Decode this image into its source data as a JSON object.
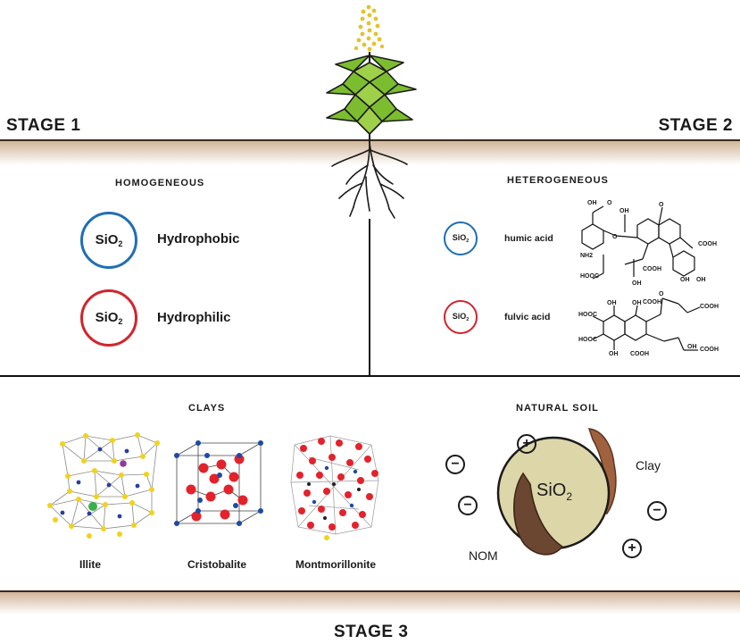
{
  "stages": {
    "stage1": "STAGE 1",
    "stage2": "STAGE 2",
    "stage3": "STAGE 3"
  },
  "homogeneous": {
    "heading": "HOMOGENEOUS",
    "items": [
      {
        "formula": "SiO",
        "sub": "2",
        "label": "Hydrophobic",
        "color": "#1f6fb2"
      },
      {
        "formula": "SiO",
        "sub": "2",
        "label": "Hydrophilic",
        "color": "#d0262d"
      }
    ]
  },
  "heterogeneous": {
    "heading": "HETEROGENEOUS",
    "items": [
      {
        "formula": "SiO",
        "sub": "2",
        "label": "humic acid",
        "color": "#1f6fb2"
      },
      {
        "formula": "SiO",
        "sub": "2",
        "label": "fulvic acid",
        "color": "#d0262d"
      }
    ],
    "humic_groups": [
      "OH",
      "O",
      "OH",
      "O",
      "O",
      "NH2",
      "OH",
      "HOOC",
      "COOH",
      "COOH",
      "OH",
      "OH"
    ],
    "fulvic_groups": [
      "OH",
      "OH",
      "COOH",
      "HOOC",
      "HOOC",
      "OH",
      "O",
      "COOH",
      "OH",
      "COOH",
      "COOH"
    ]
  },
  "clays": {
    "heading": "CLAYS",
    "items": [
      {
        "label": "Illite"
      },
      {
        "label": "Cristobalite"
      },
      {
        "label": "Montmorillonite"
      }
    ]
  },
  "natural_soil": {
    "heading": "NATURAL SOIL",
    "core_formula": "SiO",
    "core_sub": "2",
    "clay_label": "Clay",
    "nom_label": "NOM",
    "charges": [
      "+",
      "−",
      "−",
      "−",
      "+"
    ]
  },
  "colors": {
    "soil_band": "#d9c3ad",
    "soil_line": "#3a2a1e",
    "plant_green": "#7cbd2f",
    "tassel": "#e5c22c",
    "sio2_core": "#ddd6a8",
    "nom_brown": "#6b4630",
    "clay_brown": "#a0613f",
    "blue": "#1f6fb2",
    "red": "#d0262d"
  }
}
